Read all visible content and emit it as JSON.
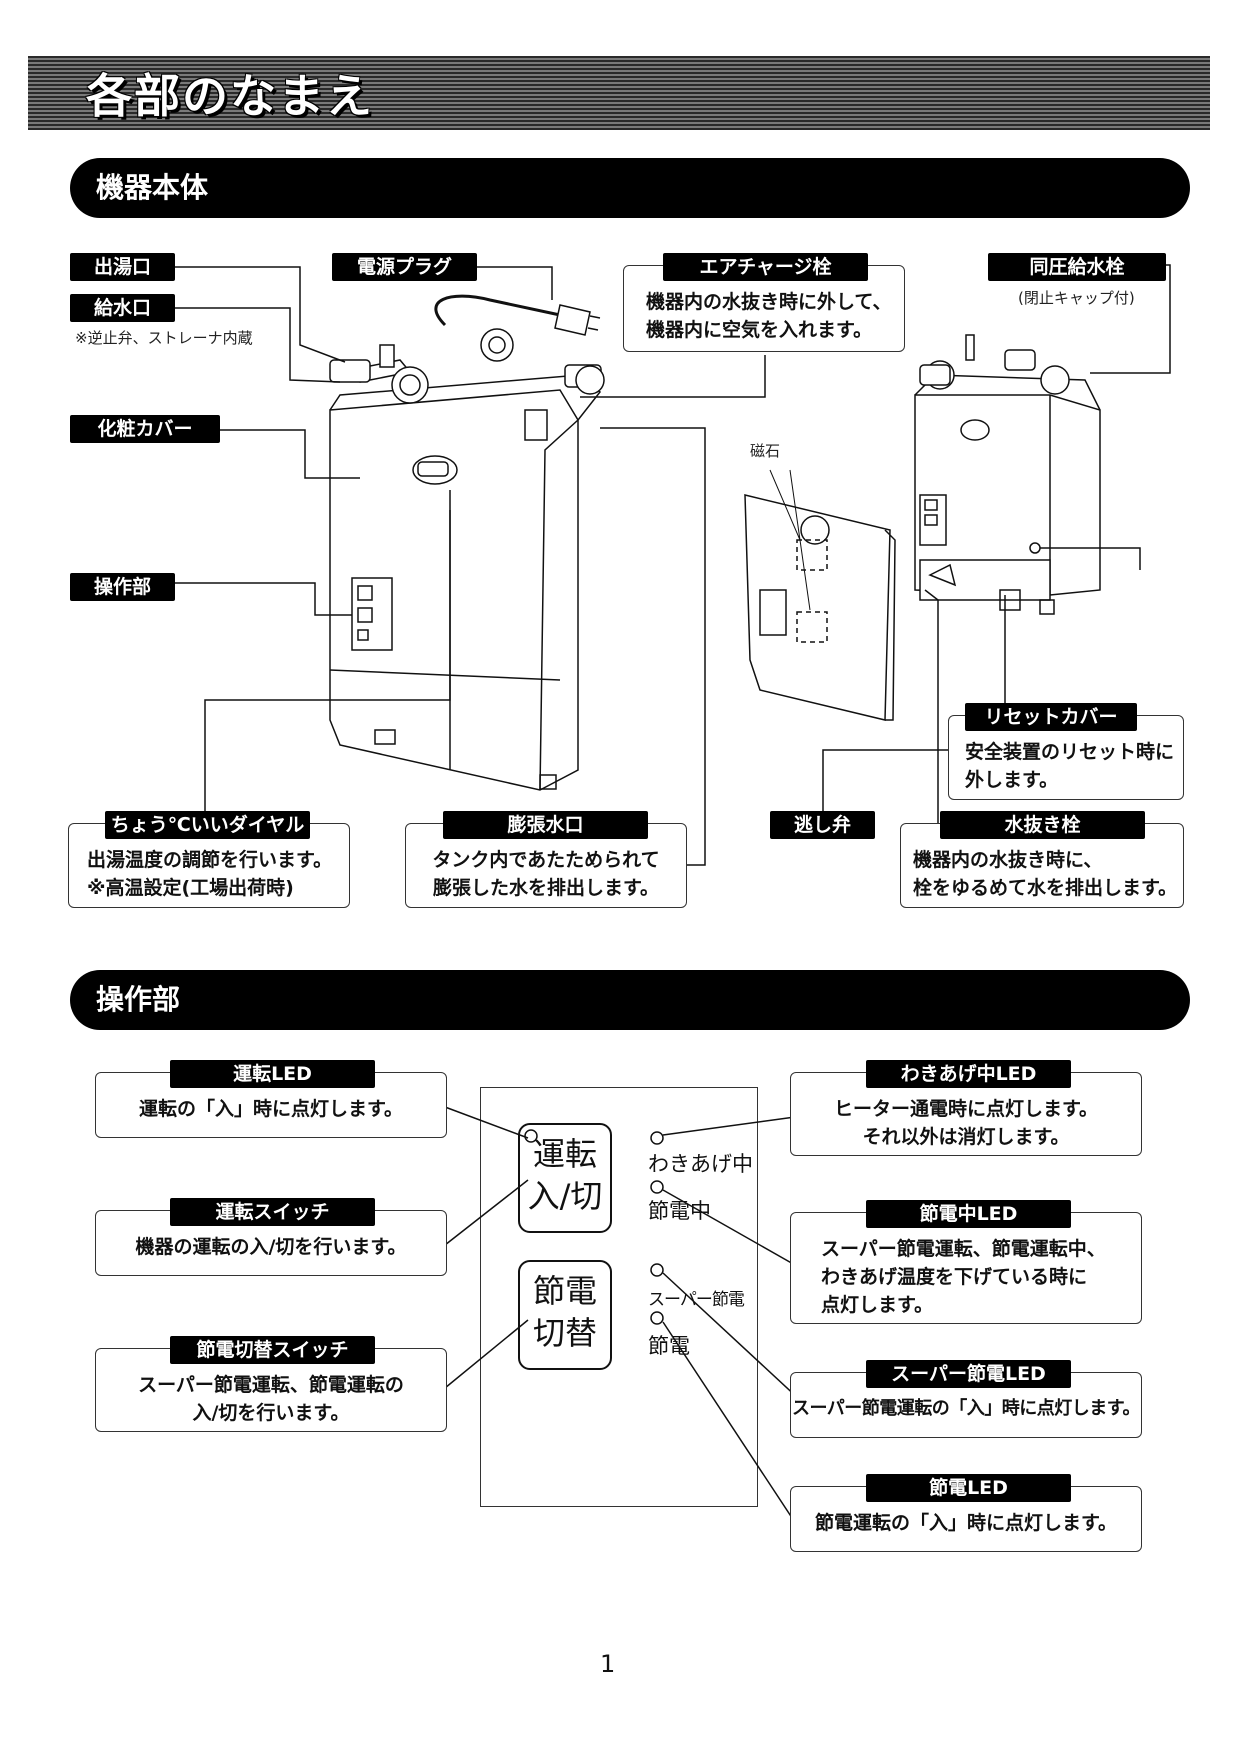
{
  "page_title": "各部のなまえ",
  "sections": {
    "body": "機器本体",
    "panel": "操作部"
  },
  "body_labels": {
    "outlet": "出湯口",
    "inlet": "給水口",
    "inlet_note": "※逆止弁、ストレーナ内蔵",
    "cover": "化粧カバー",
    "control": "操作部",
    "plug": "電源プラグ",
    "air_valve": "エアチャージ栓",
    "air_valve_desc1": "機器内の水抜き時に外して、",
    "air_valve_desc2": "機器内に空気を入れます。",
    "pressure_valve": "同圧給水栓",
    "pressure_valve_note": "(閉止キャップ付)",
    "magnet": "磁石",
    "dial": "ちょう℃いいダイヤル",
    "dial_desc1": "出湯温度の調節を行います。",
    "dial_desc2": "※高温設定(工場出荷時)",
    "expansion": "膨張水口",
    "expansion_desc1": "タンク内であたためられて",
    "expansion_desc2": "膨張した水を排出します。",
    "relief": "逃し弁",
    "reset": "リセットカバー",
    "reset_desc1": "安全装置のリセット時に",
    "reset_desc2": "外します。",
    "drain": "水抜き栓",
    "drain_desc1": "機器内の水抜き時に、",
    "drain_desc2": "栓をゆるめて水を排出します。"
  },
  "panel_labels": {
    "run_led": "運転LED",
    "run_led_desc": "運転の「入」時に点灯します。",
    "run_switch": "運転スイッチ",
    "run_switch_desc": "機器の運転の入/切を行います。",
    "save_switch": "節電切替スイッチ",
    "save_switch_desc1": "スーパー節電運転、節電運転の",
    "save_switch_desc2": "入/切を行います。",
    "boil_led": "わきあげ中LED",
    "boil_led_desc1": "ヒーター通電時に点灯します。",
    "boil_led_desc2": "それ以外は消灯します。",
    "saving_led": "節電中LED",
    "saving_led_desc1": "スーパー節電運転、節電運転中、",
    "saving_led_desc2": "わきあげ温度を下げている時に",
    "saving_led_desc3": "点灯します。",
    "super_led": "スーパー節電LED",
    "super_led_desc": "スーパー節電運転の「入」時に点灯します。",
    "save_led": "節電LED",
    "save_led_desc": "節電運転の「入」時に点灯します。",
    "btn_run_1": "運転",
    "btn_run_2": "入/切",
    "btn_save_1": "節電",
    "btn_save_2": "切替",
    "ind_boil": "わきあげ中",
    "ind_saving": "節電中",
    "ind_super": "スーパー節電",
    "ind_save": "節電"
  },
  "page_number": "1"
}
